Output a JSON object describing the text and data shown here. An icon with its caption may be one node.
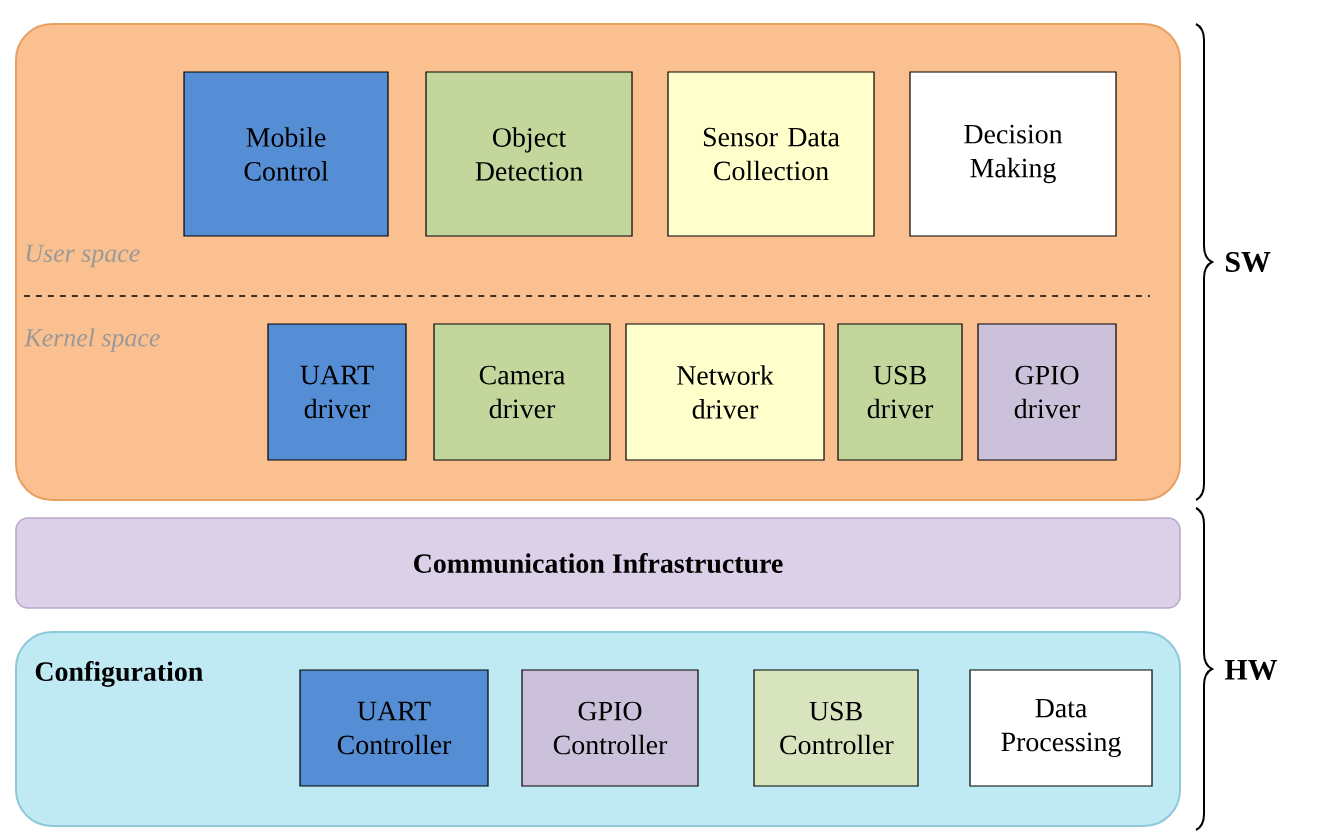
{
  "diagram": {
    "nodes": [
      {
        "text": [
          "User space",
          "Kernel space"
        ]
      },
      {
        "text": [
          "Mobile Control"
        ],
        "in": 0
      },
      {
        "text": [
          "Object Detection"
        ],
        "in": 0
      },
      {
        "text": [
          "Sensor Data Collection"
        ],
        "in": 0
      },
      {
        "text": [
          "Decision Making"
        ],
        "in": 0
      },
      {
        "text": [
          "UART driver"
        ],
        "in": 0
      },
      {
        "text": [
          "Camera driver"
        ],
        "in": 0
      },
      {
        "text": [
          "Network driver"
        ],
        "in": 0
      },
      {
        "text": [
          "USB driver"
        ],
        "in": 0
      },
      {
        "text": [
          "GPIO driver"
        ],
        "in": 0
      },
      {
        "text": [
          "Communication Infrastructure"
        ]
      },
      {
        "text": [
          "Configuration"
        ]
      },
      {
        "text": [
          "UART Controller"
        ],
        "in": 11
      },
      {
        "text": [
          "GPIO Controller"
        ],
        "in": 11
      },
      {
        "text": [
          "USB Controller"
        ],
        "in": 11
      },
      {
        "text": [
          "Data Processing"
        ],
        "in": 11
      }
    ],
    "labels": [
      "SW",
      "HW"
    ]
  }
}
